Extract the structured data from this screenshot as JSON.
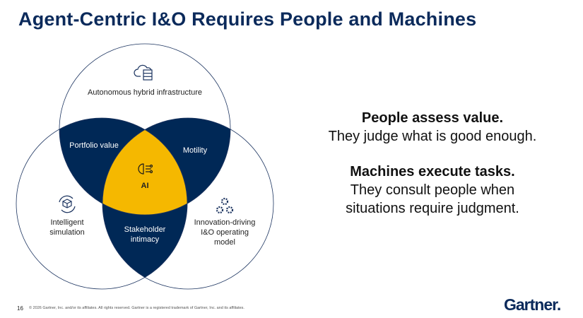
{
  "title": "Agent-Centric I&O Requires People and Machines",
  "venn": {
    "circles": [
      {
        "label": "Autonomous hybrid infrastructure",
        "icon": "cloud-server-icon"
      },
      {
        "label": "Intelligent simulation",
        "icon": "cube-cycle-icon"
      },
      {
        "label": "Innovation-driving I&O operating model",
        "icon": "gears-icon"
      }
    ],
    "overlaps": {
      "top_left": "Portfolio value",
      "top_right": "Motility",
      "bottom": "Stakeholder intimacy",
      "center": "AI",
      "center_icon": "ai-brain-icon"
    },
    "colors": {
      "overlap": "#002856",
      "center": "#F5B800",
      "outline": "#1c3460"
    }
  },
  "message": {
    "line1": "People assess value.",
    "line2": "They judge what is good enough.",
    "line3": "Machines execute tasks.",
    "line4": "They consult people when",
    "line5": "situations require judgment."
  },
  "footer": {
    "page": "16",
    "copyright": "© 2026 Gartner, Inc. and/or its affiliates. All rights reserved. Gartner is a registered trademark of Gartner, Inc. and its affiliates.",
    "logo": "Gartner."
  }
}
